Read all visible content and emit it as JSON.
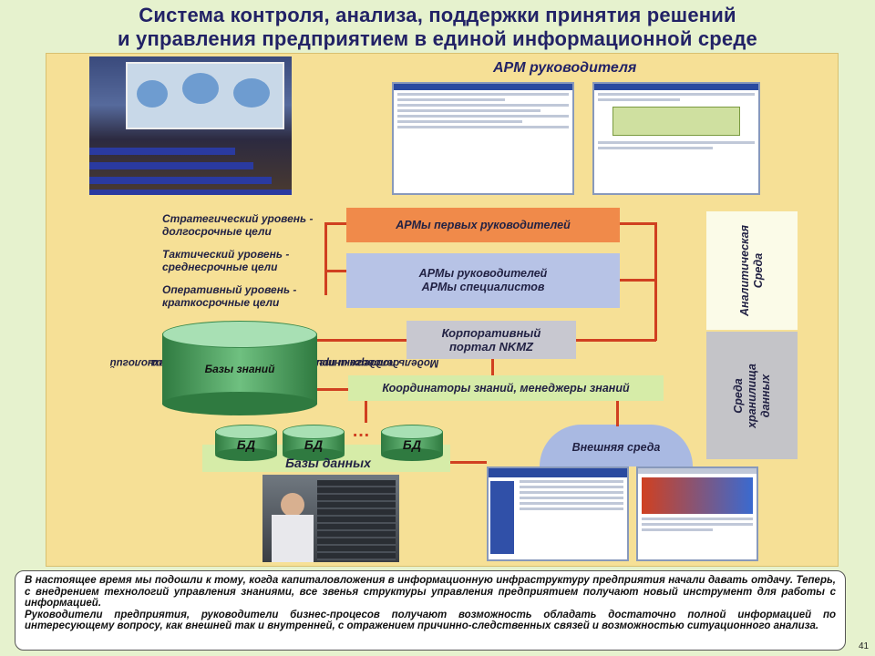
{
  "title": {
    "line1": "Система  контроля, анализа, поддержки принятия  решений",
    "line2": "и управления предприятием  в  единой информационной  среде"
  },
  "apm_title": "АРМ  руководителя",
  "vertical_caption": {
    "line1": "Модель поддержки принятия решений на основе технологий",
    "line2": "делового  интеллекта и управления знаниями."
  },
  "levels": [
    {
      "line1": "Стратегический уровень -",
      "line2": "долгосрочные цели"
    },
    {
      "line1": "Тактический уровень -",
      "line2": "среднесрочные цели"
    },
    {
      "line1": "Оперативный уровень -",
      "line2": "краткосрочные цели"
    }
  ],
  "boxes": {
    "first_managers": "АРМы первых руководителей",
    "managers_line1": "АРМы руководителей",
    "managers_line2": "АРМы специалистов",
    "portal_line1": "Корпоративный",
    "portal_line2": "портал NKMZ",
    "coordinators": "Координаторы знаний, менеджеры знаний",
    "external": "Внешняя среда",
    "analytic_line1": "Аналитическая",
    "analytic_line2": "Среда",
    "warehouse_line1": "Среда",
    "warehouse_line2": "хранилища",
    "warehouse_line3": "данных"
  },
  "knowledge_base": "Базы знаний",
  "db_labels": [
    "БД",
    "БД",
    "БД"
  ],
  "db_ellipsis": "…",
  "databases": "Базы данных",
  "footer": {
    "p1": "В настоящее время мы подошли к тому, когда капиталовложения в информационную инфраструктуру предприятия начали давать отдачу. Теперь, с внедрением технологий управления знаниями, все звенья структуры управления предприятием получают новый инструмент для работы с информацией.",
    "p2": "Руководители предприятия, руководители бизнес-процесов получают возможность обладать достаточно полной информацией по интересующему вопросу, как внешней так и внутренней, с отражением причинно-следственных связей и возможностью ситуационного анализа."
  },
  "page_number": "41",
  "colors": {
    "panel": "#f6e096",
    "orange_box": "#f08a4a",
    "blue_box": "#b7c3e6",
    "gray_box": "#c8c8d0",
    "green_box": "#d6eca8",
    "arrow": "#d04020",
    "title": "#222266"
  }
}
